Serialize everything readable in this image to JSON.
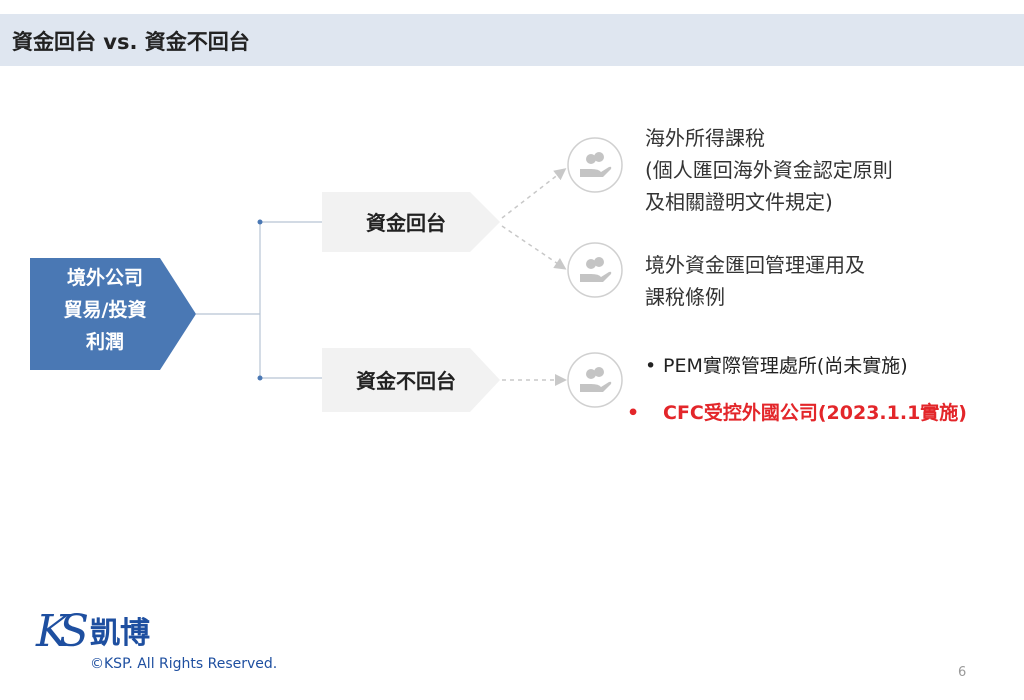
{
  "header": {
    "title": "資金回台 vs. 資金不回台"
  },
  "source": {
    "lines": [
      "境外公司",
      "貿易/投資",
      "利潤"
    ]
  },
  "branches": [
    {
      "label": "資金回台"
    },
    {
      "label": "資金不回台"
    }
  ],
  "outcomes": {
    "repatriate": [
      {
        "lines": [
          "海外所得課稅",
          "(個人匯回海外資金認定原則",
          "及相關證明文件規定)"
        ]
      },
      {
        "lines": [
          "境外資金匯回管理運用及",
          "課稅條例"
        ]
      }
    ],
    "not_repatriate": [
      {
        "bullet": "•",
        "text": "PEM實際管理處所(尚未實施)"
      },
      {
        "bullet": "•",
        "text": "CFC受控外國公司(2023.1.1實施)"
      }
    ]
  },
  "icons": [
    "coins-hand-icon"
  ],
  "colors": {
    "source_box": "#4a78b4",
    "branch_box": "#f2f2f2",
    "highlight": "#e3262a",
    "logo": "#1e4fa0"
  },
  "footer": {
    "logo_mark": "KS",
    "logo_name": "凱博",
    "copyright": "©KSP. All Rights Reserved.",
    "page_number": "6"
  }
}
